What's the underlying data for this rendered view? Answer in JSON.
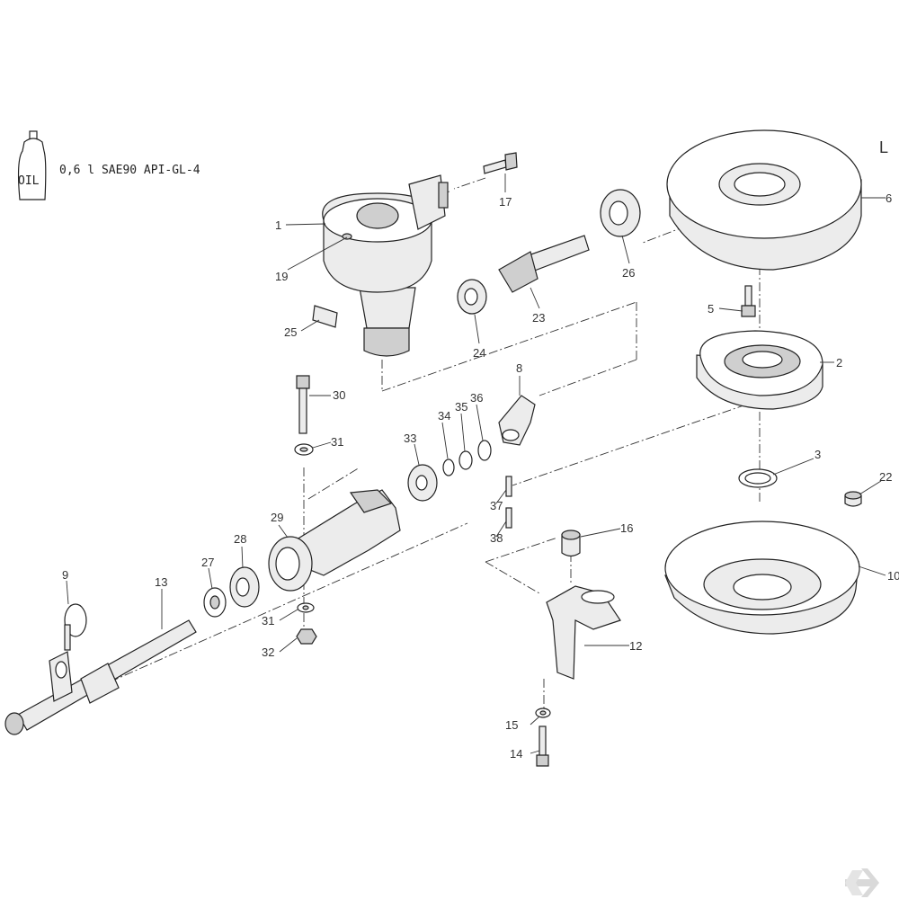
{
  "oil_note": {
    "bottle_label": "OIL",
    "text": "0,6 l SAE90 API-GL-4"
  },
  "side_letter": "L",
  "callouts": {
    "c1": "1",
    "c2": "2",
    "c3": "3",
    "c5": "5",
    "c6": "6",
    "c8": "8",
    "c9": "9",
    "c10": "10",
    "c12": "12",
    "c13": "13",
    "c14": "14",
    "c15": "15",
    "c16": "16",
    "c17": "17",
    "c19": "19",
    "c22": "22",
    "c23": "23",
    "c24": "24",
    "c25": "25",
    "c26": "26",
    "c27": "27",
    "c28": "28",
    "c29": "29",
    "c30": "30",
    "c31a": "31",
    "c31b": "31",
    "c32": "32",
    "c33": "33",
    "c34": "34",
    "c35": "35",
    "c36": "36",
    "c37": "37",
    "c38": "38"
  },
  "logo": {
    "text": "K",
    "color": "#d9d9d9"
  }
}
